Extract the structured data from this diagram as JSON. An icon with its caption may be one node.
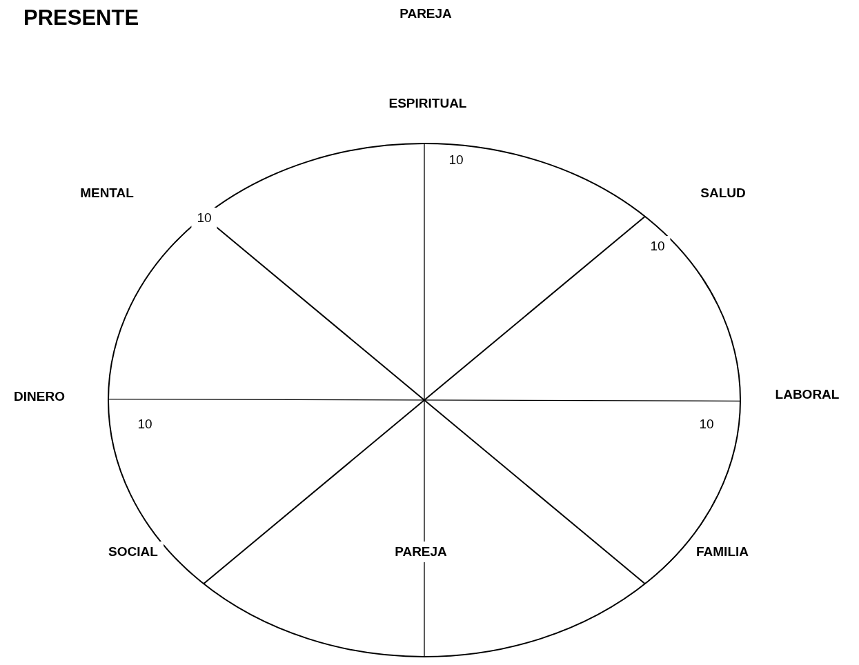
{
  "diagram": {
    "title": "PRESENTE",
    "labels": [
      "PAREJA",
      "ESPIRITUAL",
      "10",
      "MENTAL",
      "SALUD",
      "10",
      "10",
      "DINERO",
      "LABORAL",
      "10",
      "10",
      "SOCIAL",
      "PAREJA",
      "FAMILIA"
    ]
  }
}
